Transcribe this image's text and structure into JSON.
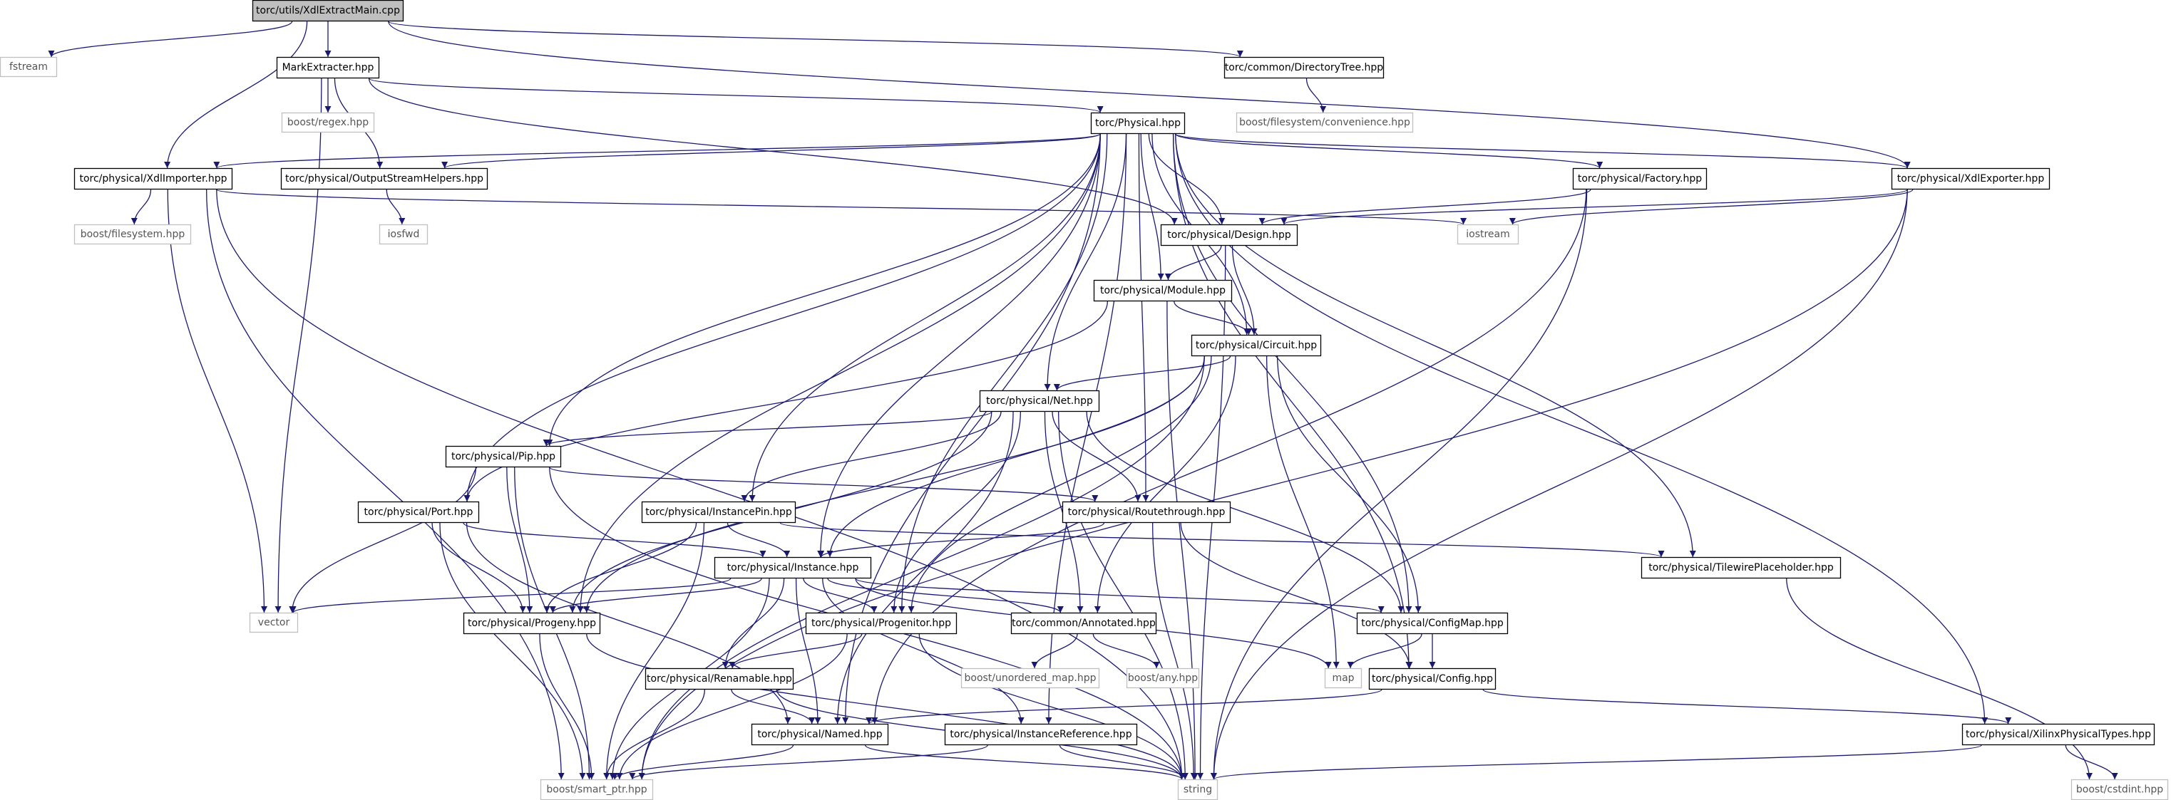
{
  "colors": {
    "edge": "#191970",
    "node_border": "#000000",
    "node_fill": "#ffffff",
    "root_fill": "#bfbfbf",
    "external_border": "#bfbfbf",
    "node_text": "#000000",
    "external_text": "#555555"
  },
  "nodes": [
    {
      "id": "main",
      "label": "torc/utils/XdlExtractMain.cpp",
      "kind": "root"
    },
    {
      "id": "fstream",
      "label": "fstream",
      "kind": "external"
    },
    {
      "id": "markextracter",
      "label": "MarkExtracter.hpp",
      "kind": "internal"
    },
    {
      "id": "directorytree",
      "label": "torc/common/DirectoryTree.hpp",
      "kind": "internal"
    },
    {
      "id": "regex",
      "label": "boost/regex.hpp",
      "kind": "external"
    },
    {
      "id": "convenience",
      "label": "boost/filesystem/convenience.hpp",
      "kind": "external"
    },
    {
      "id": "physical",
      "label": "torc/Physical.hpp",
      "kind": "internal"
    },
    {
      "id": "xdlimporter",
      "label": "torc/physical/XdlImporter.hpp",
      "kind": "internal"
    },
    {
      "id": "outputstreamhelpers",
      "label": "torc/physical/OutputStreamHelpers.hpp",
      "kind": "internal"
    },
    {
      "id": "factory",
      "label": "torc/physical/Factory.hpp",
      "kind": "internal"
    },
    {
      "id": "xdlexporter",
      "label": "torc/physical/XdlExporter.hpp",
      "kind": "internal"
    },
    {
      "id": "filesystem",
      "label": "boost/filesystem.hpp",
      "kind": "external"
    },
    {
      "id": "iosfwd",
      "label": "iosfwd",
      "kind": "external"
    },
    {
      "id": "design",
      "label": "torc/physical/Design.hpp",
      "kind": "internal"
    },
    {
      "id": "iostream",
      "label": "iostream",
      "kind": "external"
    },
    {
      "id": "module",
      "label": "torc/physical/Module.hpp",
      "kind": "internal"
    },
    {
      "id": "circuit",
      "label": "torc/physical/Circuit.hpp",
      "kind": "internal"
    },
    {
      "id": "net",
      "label": "torc/physical/Net.hpp",
      "kind": "internal"
    },
    {
      "id": "pip",
      "label": "torc/physical/Pip.hpp",
      "kind": "internal"
    },
    {
      "id": "port",
      "label": "torc/physical/Port.hpp",
      "kind": "internal"
    },
    {
      "id": "instancepin",
      "label": "torc/physical/InstancePin.hpp",
      "kind": "internal"
    },
    {
      "id": "routethrough",
      "label": "torc/physical/Routethrough.hpp",
      "kind": "internal"
    },
    {
      "id": "instance",
      "label": "torc/physical/Instance.hpp",
      "kind": "internal"
    },
    {
      "id": "tilewire",
      "label": "torc/physical/TilewirePlaceholder.hpp",
      "kind": "internal"
    },
    {
      "id": "vector",
      "label": "vector",
      "kind": "external"
    },
    {
      "id": "progeny",
      "label": "torc/physical/Progeny.hpp",
      "kind": "internal"
    },
    {
      "id": "progenitor",
      "label": "torc/physical/Progenitor.hpp",
      "kind": "internal"
    },
    {
      "id": "annotated",
      "label": "torc/common/Annotated.hpp",
      "kind": "internal"
    },
    {
      "id": "configmap",
      "label": "torc/physical/ConfigMap.hpp",
      "kind": "internal"
    },
    {
      "id": "unorderedmap",
      "label": "boost/unordered_map.hpp",
      "kind": "external"
    },
    {
      "id": "any",
      "label": "boost/any.hpp",
      "kind": "external"
    },
    {
      "id": "map",
      "label": "map",
      "kind": "external"
    },
    {
      "id": "config",
      "label": "torc/physical/Config.hpp",
      "kind": "internal"
    },
    {
      "id": "renamable",
      "label": "torc/physical/Renamable.hpp",
      "kind": "internal"
    },
    {
      "id": "named",
      "label": "torc/physical/Named.hpp",
      "kind": "internal"
    },
    {
      "id": "instancereference",
      "label": "torc/physical/InstanceReference.hpp",
      "kind": "internal"
    },
    {
      "id": "xilinxtypes",
      "label": "torc/physical/XilinxPhysicalTypes.hpp",
      "kind": "internal"
    },
    {
      "id": "smartptr",
      "label": "boost/smart_ptr.hpp",
      "kind": "external"
    },
    {
      "id": "string",
      "label": "string",
      "kind": "external"
    },
    {
      "id": "cstdint",
      "label": "boost/cstdint.hpp",
      "kind": "external"
    }
  ],
  "edges": [
    [
      "main",
      "fstream"
    ],
    [
      "main",
      "markextracter"
    ],
    [
      "main",
      "xdlimporter"
    ],
    [
      "main",
      "directorytree"
    ],
    [
      "main",
      "xdlexporter"
    ],
    [
      "directorytree",
      "convenience"
    ],
    [
      "markextracter",
      "regex"
    ],
    [
      "markextracter",
      "outputstreamhelpers"
    ],
    [
      "markextracter",
      "physical"
    ],
    [
      "markextracter",
      "vector"
    ],
    [
      "markextracter",
      "design"
    ],
    [
      "physical",
      "xdlimporter"
    ],
    [
      "physical",
      "outputstreamhelpers"
    ],
    [
      "physical",
      "factory"
    ],
    [
      "physical",
      "xdlexporter"
    ],
    [
      "physical",
      "design"
    ],
    [
      "physical",
      "module"
    ],
    [
      "physical",
      "circuit"
    ],
    [
      "physical",
      "net"
    ],
    [
      "physical",
      "pip"
    ],
    [
      "physical",
      "port"
    ],
    [
      "physical",
      "instancepin"
    ],
    [
      "physical",
      "routethrough"
    ],
    [
      "physical",
      "instance"
    ],
    [
      "physical",
      "tilewire"
    ],
    [
      "physical",
      "progeny"
    ],
    [
      "physical",
      "progenitor"
    ],
    [
      "physical",
      "configmap"
    ],
    [
      "physical",
      "config"
    ],
    [
      "physical",
      "named"
    ],
    [
      "physical",
      "instancereference"
    ],
    [
      "physical",
      "xilinxtypes"
    ],
    [
      "outputstreamhelpers",
      "iosfwd"
    ],
    [
      "xdlimporter",
      "filesystem"
    ],
    [
      "xdlimporter",
      "vector"
    ],
    [
      "xdlimporter",
      "smartptr"
    ],
    [
      "xdlimporter",
      "string"
    ],
    [
      "xdlimporter",
      "iostream"
    ],
    [
      "factory",
      "design"
    ],
    [
      "factory",
      "named"
    ],
    [
      "factory",
      "string"
    ],
    [
      "xdlexporter",
      "design"
    ],
    [
      "xdlexporter",
      "iostream"
    ],
    [
      "xdlexporter",
      "smartptr"
    ],
    [
      "xdlexporter",
      "string"
    ],
    [
      "design",
      "module"
    ],
    [
      "design",
      "circuit"
    ],
    [
      "design",
      "string"
    ],
    [
      "module",
      "circuit"
    ],
    [
      "module",
      "port"
    ],
    [
      "module",
      "string"
    ],
    [
      "circuit",
      "net"
    ],
    [
      "circuit",
      "instance"
    ],
    [
      "circuit",
      "progeny"
    ],
    [
      "circuit",
      "progenitor"
    ],
    [
      "circuit",
      "annotated"
    ],
    [
      "circuit",
      "configmap"
    ],
    [
      "circuit",
      "smartptr"
    ],
    [
      "circuit",
      "map"
    ],
    [
      "net",
      "pip"
    ],
    [
      "net",
      "instancepin"
    ],
    [
      "net",
      "routethrough"
    ],
    [
      "net",
      "progeny"
    ],
    [
      "net",
      "progenitor"
    ],
    [
      "net",
      "annotated"
    ],
    [
      "net",
      "configmap"
    ],
    [
      "net",
      "named"
    ],
    [
      "net",
      "string"
    ],
    [
      "pip",
      "routethrough"
    ],
    [
      "pip",
      "progeny"
    ],
    [
      "pip",
      "vector"
    ],
    [
      "pip",
      "smartptr"
    ],
    [
      "pip",
      "string"
    ],
    [
      "port",
      "instance"
    ],
    [
      "port",
      "progeny"
    ],
    [
      "port",
      "named"
    ],
    [
      "port",
      "smartptr"
    ],
    [
      "instancepin",
      "instance"
    ],
    [
      "instancepin",
      "progeny"
    ],
    [
      "instancepin",
      "tilewire"
    ],
    [
      "instancepin",
      "smartptr"
    ],
    [
      "routethrough",
      "instance"
    ],
    [
      "routethrough",
      "config"
    ],
    [
      "routethrough",
      "string"
    ],
    [
      "instance",
      "progeny"
    ],
    [
      "instance",
      "progenitor"
    ],
    [
      "instance",
      "annotated"
    ],
    [
      "instance",
      "configmap"
    ],
    [
      "instance",
      "renamable"
    ],
    [
      "instance",
      "named"
    ],
    [
      "instance",
      "instancereference"
    ],
    [
      "instance",
      "vector"
    ],
    [
      "instance",
      "map"
    ],
    [
      "instance",
      "smartptr"
    ],
    [
      "tilewire",
      "cstdint"
    ],
    [
      "progeny",
      "smartptr"
    ],
    [
      "progeny",
      "string"
    ],
    [
      "progenitor",
      "renamable"
    ],
    [
      "progenitor",
      "smartptr"
    ],
    [
      "progenitor",
      "string"
    ],
    [
      "annotated",
      "unorderedmap"
    ],
    [
      "annotated",
      "any"
    ],
    [
      "configmap",
      "map"
    ],
    [
      "configmap",
      "config"
    ],
    [
      "config",
      "named"
    ],
    [
      "config",
      "xilinxtypes"
    ],
    [
      "renamable",
      "named"
    ],
    [
      "renamable",
      "smartptr"
    ],
    [
      "renamable",
      "string"
    ],
    [
      "named",
      "smartptr"
    ],
    [
      "named",
      "string"
    ],
    [
      "instancereference",
      "smartptr"
    ],
    [
      "instancereference",
      "string"
    ],
    [
      "xilinxtypes",
      "string"
    ],
    [
      "xilinxtypes",
      "cstdint"
    ]
  ]
}
